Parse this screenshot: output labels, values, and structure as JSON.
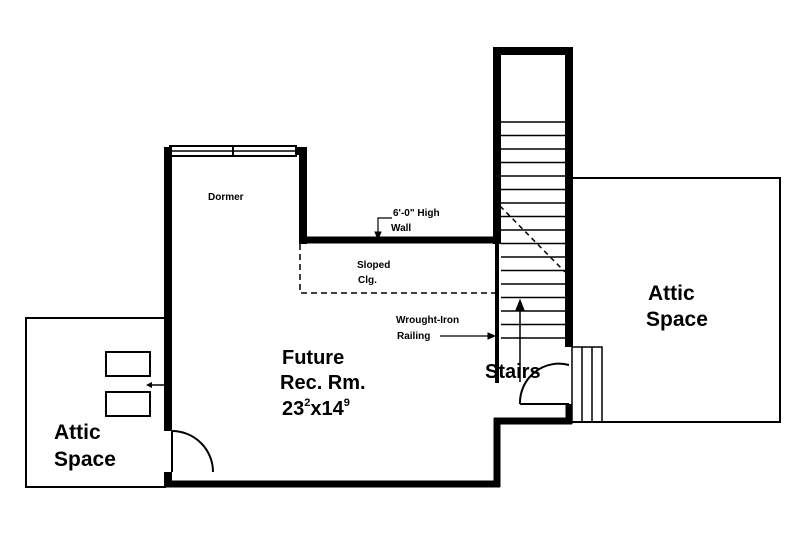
{
  "plan": {
    "room": {
      "name_line1": "Future",
      "name_line2": "Rec. Rm.",
      "dim_w": "23",
      "dim_w_sup": "2",
      "dim_x": "x",
      "dim_h": "14",
      "dim_h_sup": "9"
    },
    "dormer": "Dormer",
    "high_wall_line1": "6'-0\" High",
    "high_wall_line2": "Wall",
    "sloped_line1": "Sloped",
    "sloped_line2": "Clg.",
    "railing_line1": "Wrought-Iron",
    "railing_line2": "Railing",
    "stairs": "Stairs",
    "attic_left_line1": "Attic",
    "attic_left_line2": "Space",
    "attic_right_line1": "Attic",
    "attic_right_line2": "Space"
  },
  "colors": {
    "wall": "#000000",
    "background": "#ffffff"
  }
}
